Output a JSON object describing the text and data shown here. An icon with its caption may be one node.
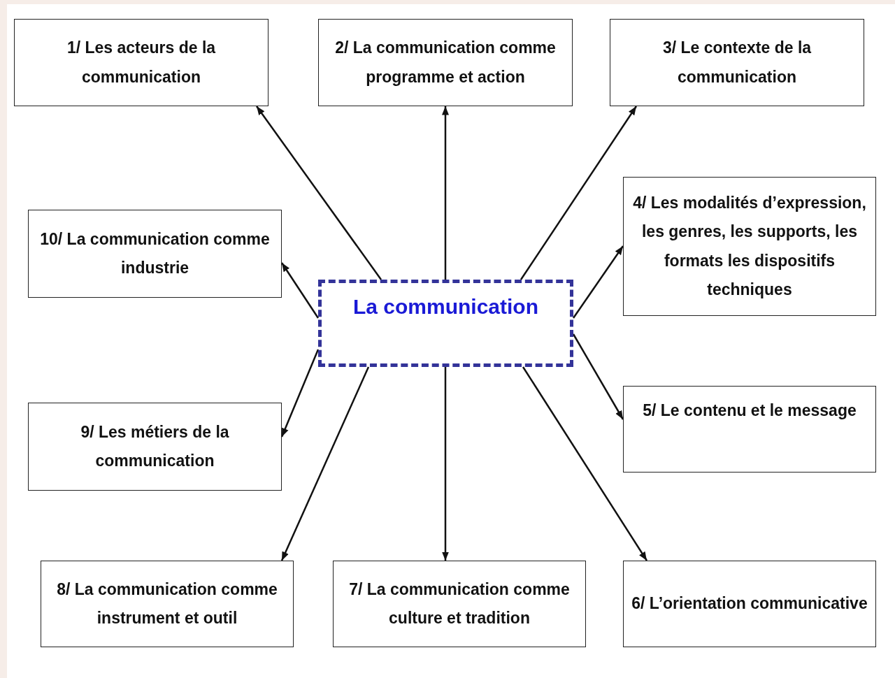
{
  "diagram": {
    "nodes": [
      {
        "text": [
          "La communication"
        ]
      },
      {
        "text": [
          "1/ Les acteurs de la communication"
        ]
      },
      {
        "text": [
          "2/ La communication comme programme et action"
        ]
      },
      {
        "text": [
          "3/ Le contexte de la communication"
        ]
      },
      {
        "text": [
          "4/ Les modalités d’expression, les genres, les supports, les formats les dispositifs techniques"
        ]
      },
      {
        "text": [
          "5/ Le contenu et le message"
        ]
      },
      {
        "text": [
          "6/ L’orientation communicative"
        ]
      },
      {
        "text": [
          "7/ La communication comme culture et tradition"
        ]
      },
      {
        "text": [
          "8/ La communication comme instrument et outil"
        ]
      },
      {
        "text": [
          "9/ Les métiers de la communication"
        ]
      },
      {
        "text": [
          "10/ La communication comme industrie"
        ]
      }
    ],
    "edges": [
      {
        "from": 0,
        "to": 1,
        "arrow": "to"
      },
      {
        "from": 0,
        "to": 2,
        "arrow": "to"
      },
      {
        "from": 0,
        "to": 3,
        "arrow": "to"
      },
      {
        "from": 0,
        "to": 4,
        "arrow": "to"
      },
      {
        "from": 0,
        "to": 5,
        "arrow": "to"
      },
      {
        "from": 0,
        "to": 6,
        "arrow": "to"
      },
      {
        "from": 0,
        "to": 7,
        "arrow": "to"
      },
      {
        "from": 0,
        "to": 8,
        "arrow": "to"
      },
      {
        "from": 0,
        "to": 9,
        "arrow": "to"
      },
      {
        "from": 0,
        "to": 10,
        "arrow": "to"
      }
    ]
  }
}
